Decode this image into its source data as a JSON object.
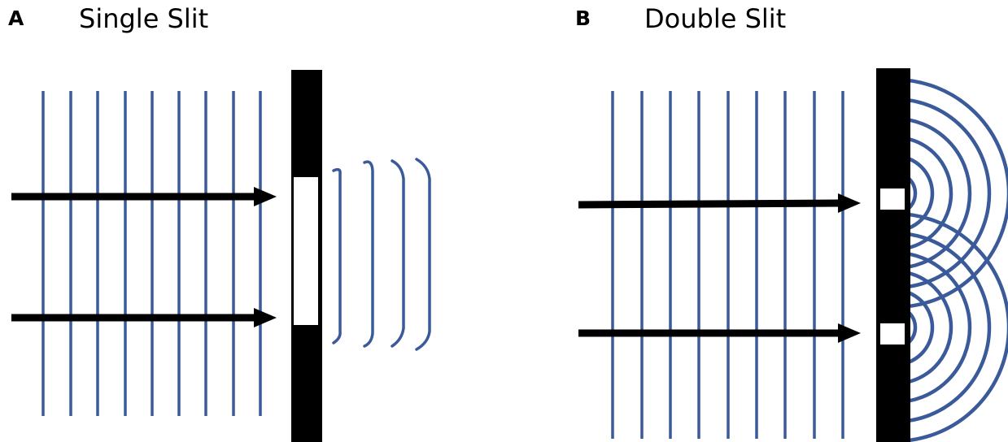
{
  "panels": [
    {
      "letter": "A",
      "title": "Single Slit"
    },
    {
      "letter": "B",
      "title": "Double Slit"
    }
  ],
  "colors": {
    "wave": "#3a5a9a",
    "barrier": "#000000",
    "arrow": "#000000",
    "slit": "#ffffff"
  },
  "icons": {
    "incident_direction": "right-arrow",
    "barrier": "barrier-with-slit"
  }
}
